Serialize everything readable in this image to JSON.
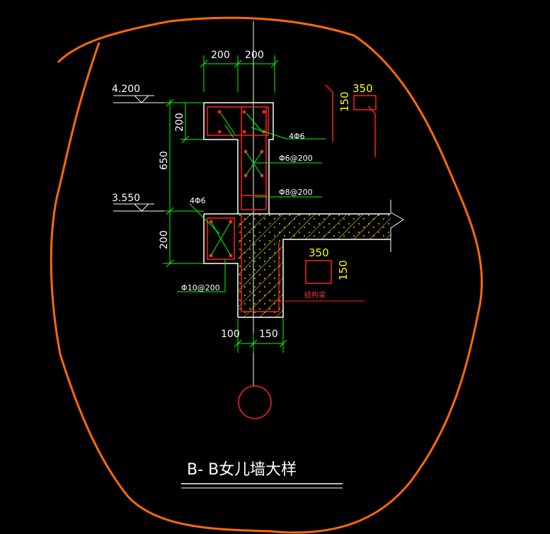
{
  "drawing": {
    "title": "B- B女儿墙大样",
    "colors": {
      "background": "#000000",
      "cloud": "#ff6a00",
      "dimension": "#00ff00",
      "concrete": "#ffffff",
      "rebar": "#ff2020",
      "hatch": "#ffff00",
      "leader": "#00ff00",
      "section": "#ff2020"
    },
    "dimensions": {
      "top_left": "200",
      "top_right": "200",
      "left_top": "200",
      "left_mid": "650",
      "left_bottom": "200",
      "bottom_left": "100",
      "bottom_right": "150"
    },
    "levels": {
      "upper": "4.200",
      "lower": "3.550"
    },
    "rebar_notes": {
      "top_bars": "4Φ6",
      "stirrup_top": "Φ6@200",
      "stirrup_mid": "Φ8@200",
      "lower_bars": "4Φ6",
      "lower_stirrup": "Φ10@200"
    },
    "sections": {
      "right_top_width": "350",
      "right_top_height": "150",
      "mid_width": "350",
      "mid_height": "150",
      "beam_label": "结构梁"
    }
  }
}
